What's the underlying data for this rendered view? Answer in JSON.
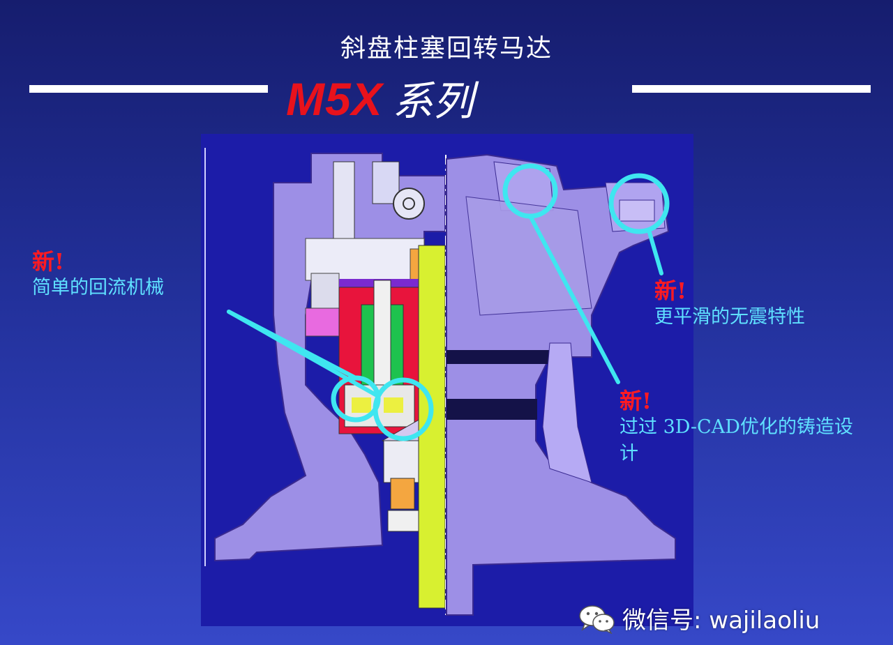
{
  "slide": {
    "title": "斜盘柱塞回转马达",
    "series_model": "M5X",
    "series_suffix": "系列"
  },
  "callouts": [
    {
      "badge": "新!",
      "text": "简单的回流机械"
    },
    {
      "badge": "新!",
      "text": "更平滑的无震特性"
    },
    {
      "badge": "新!",
      "text": "过过 3D-CAD优化的铸造设计"
    }
  ],
  "watermark": {
    "icon": "wechat-icon",
    "text": "微信号: wajilaoliu"
  },
  "colors": {
    "accent_red": "#e8121c",
    "callout_text": "#5fe0ff",
    "highlight_cyan": "#3fe6f0",
    "motor_body": "#9d8fe6",
    "drawing_bg": "#1c1ca8"
  }
}
